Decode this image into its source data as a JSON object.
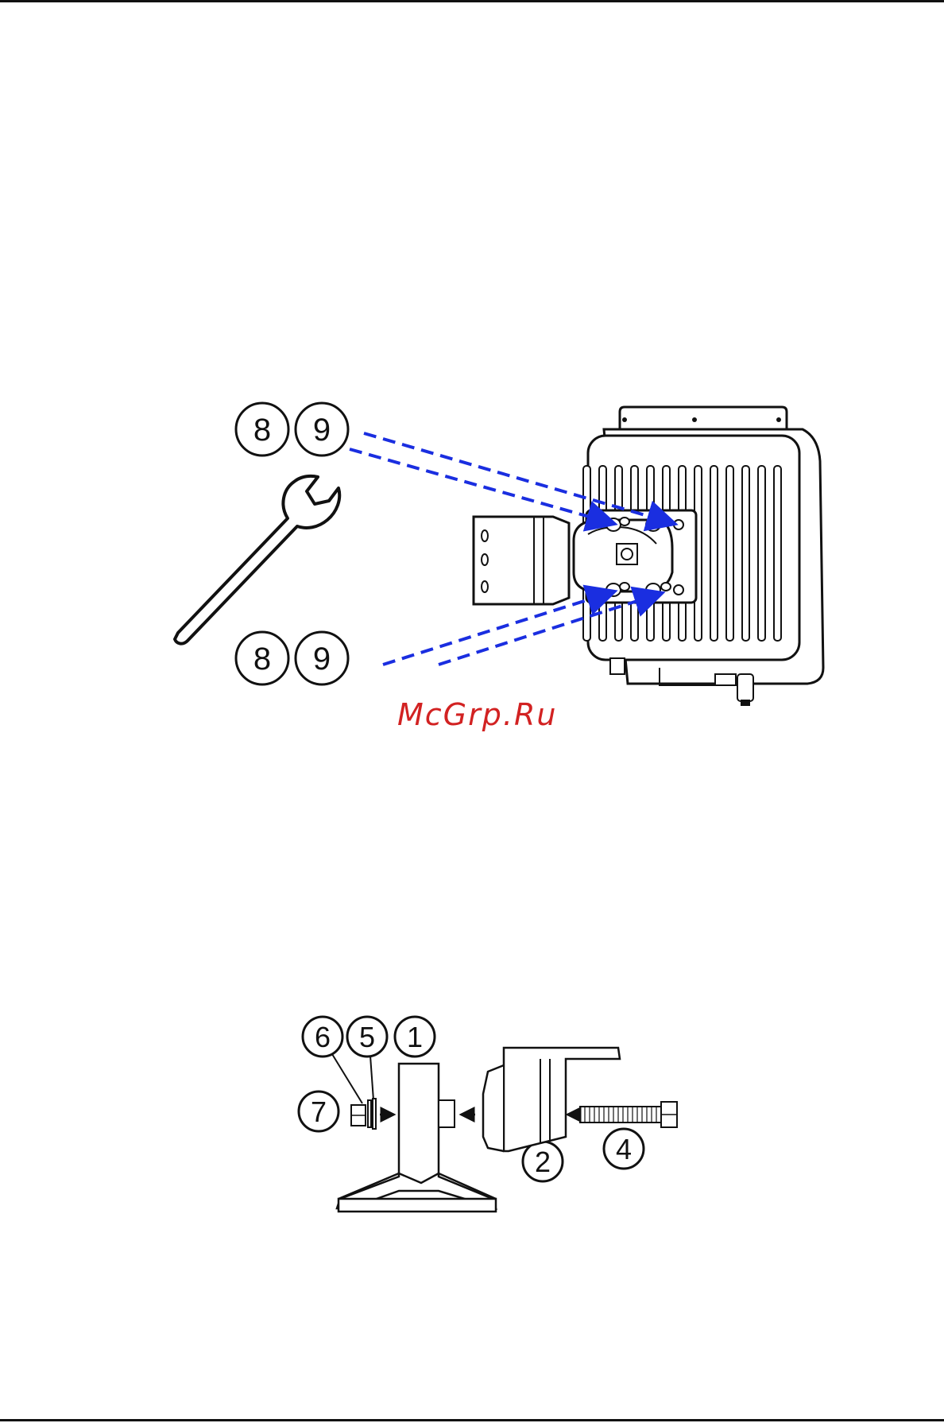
{
  "watermark": "McGrp.Ru",
  "figure1": {
    "callouts_top": [
      "8",
      "9"
    ],
    "callouts_bottom": [
      "8",
      "9"
    ]
  },
  "figure2": {
    "callouts": [
      "6",
      "5",
      "1",
      "7",
      "2",
      "4"
    ]
  },
  "colors": {
    "arrow": "#1a2ee0",
    "watermark": "#d22222",
    "line": "#111111"
  }
}
